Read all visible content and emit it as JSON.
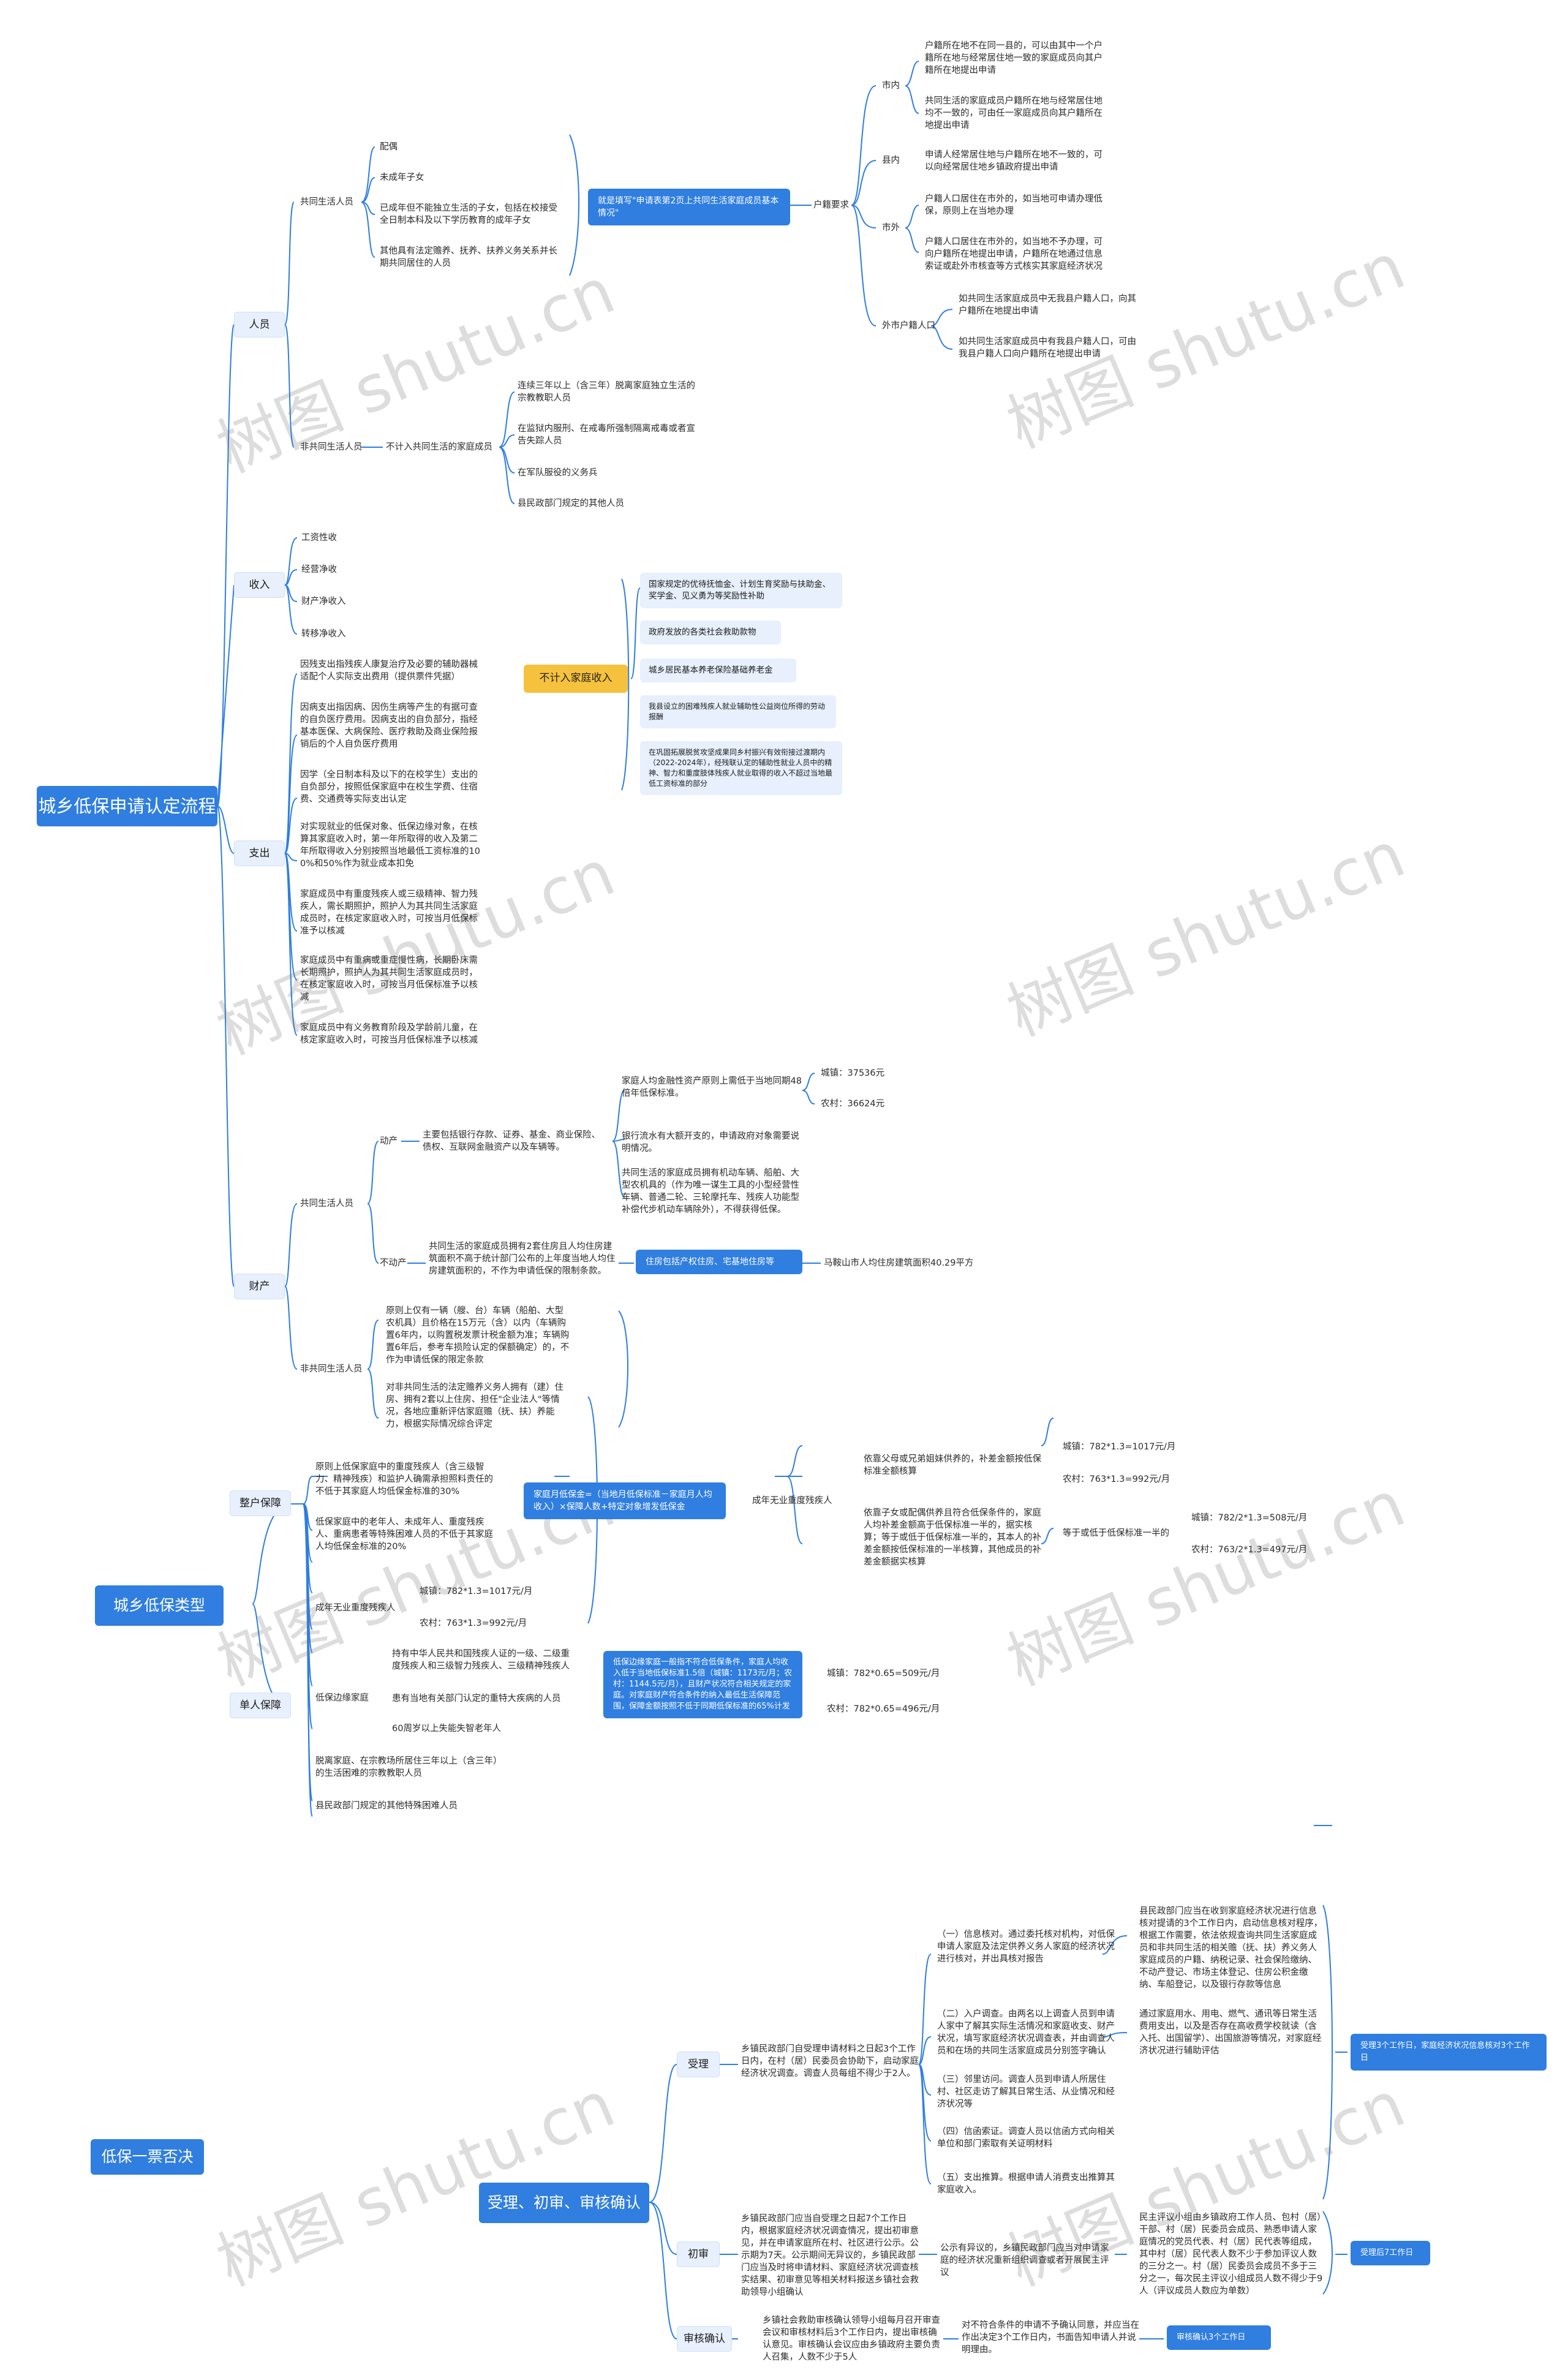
{
  "watermark": "树图 shutu.cn",
  "colors": {
    "accent": "#2f7ee0",
    "line": "#2f7ee0",
    "light": "#e7f0fc",
    "highlight": "#f6c23e"
  },
  "roots": {
    "process": "城乡低保申请认定流程",
    "types": "城乡低保类型",
    "veto": "低保一票否决",
    "review": "受理、初审、审核确认"
  },
  "people": {
    "label": "人员",
    "co_living": "共同生活人员",
    "co_items": [
      "配偶",
      "未成年子女",
      "已成年但不能独立生活的子女，包括在校接受全日制本科及以下学历教育的成年子女",
      "其他具有法定赡养、抚养、扶养义务关系并长期共同居住的人员"
    ],
    "household_note": "就是填写\"申请表第2页上共同生活家庭成员基本情况\"",
    "household_req": "户籍要求",
    "city": "市内",
    "city_items": [
      "户籍所在地不在同一县的，可以由其中一个户籍所在地与经常居住地一致的家庭成员向其户籍所在地提出申请",
      "共同生活的家庭成员户籍所在地与经常居住地均不一致的，可由任一家庭成员向其户籍所在地提出申请"
    ],
    "county": "县内",
    "county_item": "申请人经常居住地与户籍所在地不一致的，可以向经常居住地乡镇政府提出申请",
    "city2": "市外",
    "city2_items": [
      "户籍人口居住在市外的，如当地可申请办理低保，原则上在当地办理",
      "户籍人口居住在市外的，如当地不予办理，可向户籍所在地提出申请，户籍所在地通过信息索证或赴外市核查等方式核实其家庭经济状况"
    ],
    "outside": "外市户籍人口",
    "outside_items": [
      "如共同生活家庭成员中无我县户籍人口，向其户籍所在地提出申请",
      "如共同生活家庭成员中有我县户籍人口，可由我县户籍人口向户籍所在地提出申请"
    ],
    "non_co": "非共同生活人员",
    "non_co_note": "不计入共同生活的家庭成员",
    "non_co_items": [
      "连续三年以上（含三年）脱离家庭独立生活的宗教教职人员",
      "在监狱内服刑、在戒毒所强制隔离戒毒或者宣告失踪人员",
      "在军队服役的义务兵",
      "县民政部门规定的其他人员"
    ]
  },
  "income": {
    "label": "收入",
    "items": [
      "工资性收",
      "经营净收",
      "财产净收入",
      "转移净收入"
    ],
    "exclude_label": "不计入家庭收入",
    "exclude_items": [
      "国家规定的优待抚恤金、计划生育奖励与扶助金、奖学金、见义勇为等奖励性补助",
      "政府发放的各类社会救助款物",
      "城乡居民基本养老保险基础养老金",
      "我县设立的困难残疾人就业辅助性公益岗位所得的劳动报酬",
      "在巩固拓展脱贫攻坚成果同乡村振兴有效衔接过渡期内（2022-2024年），经残联认定的辅助性就业人员中的精神、智力和重度肢体残疾人就业取得的收入不超过当地最低工资标准的部分"
    ]
  },
  "expense": {
    "label": "支出",
    "items": [
      "因残支出指残疾人康复治疗及必要的辅助器械适配个人实际支出费用（提供票件凭据）",
      "因病支出指因病、因伤生病等产生的有据可查的自负医疗费用。因病支出的自负部分，指经基本医保、大病保险、医疗救助及商业保险报销后的个人自负医疗费用",
      "因学（全日制本科及以下的在校学生）支出的自负部分，按照低保家庭中在校生学费、住宿费、交通费等实际支出认定",
      "对实现就业的低保对象、低保边缘对象，在核算其家庭收入时，第一年所取得的收入及第二年所取得收入分别按照当地最低工资标准的100%和50%作为就业成本扣免",
      "家庭成员中有重度残疾人或三级精神、智力残疾人，需长期照护，照护人为其共同生活家庭成员时，在核定家庭收入时，可按当月低保标准予以核减",
      "家庭成员中有重病或重症慢性病，长期卧床需长期照护，照护人为其共同生活家庭成员时，在核定家庭收入时，可按当月低保标准予以核减",
      "家庭成员中有义务教育阶段及学龄前儿童，在核定家庭收入时，可按当月低保标准予以核减"
    ]
  },
  "assets": {
    "label": "财产",
    "co_living": "共同生活人员",
    "movable": "动产",
    "movable_note": "主要包括银行存款、证券、基金、商业保险、债权、互联网金融资产以及车辆等。",
    "movable_items": [
      "家庭人均金融性资产原则上需低于当地同期48倍年低保标准。",
      "银行流水有大额开支的，申请政府对象需要说明情况。",
      "共同生活的家庭成员拥有机动车辆、船舶、大型农机具的（作为唯一谋生工具的小型经营性车辆、普通二轮、三轮摩托车、残疾人功能型补偿代步机动车辆除外），不得获得低保。"
    ],
    "urban_val": "城镇：37536元",
    "rural_val": "农村：36624元",
    "immovable": "不动产",
    "immovable_note": "共同生活的家庭成员拥有2套住房且人均住房建筑面积不高于统计部门公布的上年度当地人均住房建筑面积的，不作为申请低保的限制条款。",
    "housing": "住房包括产权住房、宅基地住房等",
    "housing_val": "马鞍山市人均住房建筑面积40.29平方",
    "non_co": "非共同生活人员",
    "non_co_items": [
      "原则上仅有一辆（艘、台）车辆（船舶、大型农机具）且价格在15万元（含）以内（车辆购置6年内，以购置税发票计税金额为准；车辆购置6年后，参考车损险认定的保额确定）的，不作为申请低保的限定条款",
      "对非共同生活的法定赡养义务人拥有（建）住房、拥有2套以上住房、担任\"企业法人\"等情况，各地应重新评估家庭赡（抚、扶）养能力，根据实际情况综合评定"
    ]
  },
  "types": {
    "full": "整户保障",
    "full_items": [
      "原则上低保家庭中的重度残疾人（含三级智力、精神残疾）和监护人确需承担照料责任的不低于其家庭人均低保金标准的30%",
      "低保家庭中的老年人、未成年人、重度残疾人、重病患者等特殊困难人员的不低于其家庭人均低保金标准的20%"
    ],
    "family_formula": "家庭月低保金=（当地月低保标准－家庭月人均收入）×保障人数+特定对象增发低保金",
    "adult_disabled": "成年无业重度残疾人",
    "dependents": "依靠父母或兄弟姐妹供养的，补差金额按低保标准全额核算",
    "supported": "依靠子女或配偶供养且符合低保条件的，家庭人均补差金额高于低保标准一半的，据实核算；等于或低于低保标准一半的，其本人的补差金额按低保标准的一半核算，其他成员的补差金额据实核算",
    "half_std": "等于或低于低保标准一半的",
    "urban_a": "城镇：782*1.3=1017元/月",
    "rural_a": "农村：763*1.3=992元/月",
    "urban_b": "城镇：782/2*1.3=508元/月",
    "rural_b": "农村：763/2*1.3=497元/月",
    "single": "单人保障",
    "adult_disabled2": "成年无业重度残疾人",
    "urban_c": "城镇：782*1.3=1017元/月",
    "rural_c": "农村：763*1.3=992元/月",
    "edge": "低保边缘家庭",
    "edge_items": [
      "持有中华人民共和国残疾人证的一级、二级重度残疾人和三级智力残疾人、三级精神残疾人",
      "患有当地有关部门认定的重特大疾病的人员",
      "60周岁以上失能失智老年人"
    ],
    "edge_note": "低保边缘家庭一般指不符合低保条件，家庭人均收入低于当地低保标准1.5倍（城镇：1173元/月；农村：1144.5元/月），且财产状况符合相关规定的家庭。对家庭财产符合条件的纳入最低生活保障范围，保障金额按照不低于同期低保标准的65%计发",
    "urban_d": "城镇：782*0.65=509元/月",
    "rural_d": "农村：782*0.65=496元/月",
    "monk": "脱离家庭、在宗教场所居住三年以上（含三年）的生活困难的宗教教职人员",
    "other": "县民政部门规定的其他特殊困难人员"
  },
  "review": {
    "accept": "受理",
    "accept_note": "乡镇民政部门自受理申请材料之日起3个工作日内，在村（居）民委员会协助下，启动家庭经济状况调查。调查人员每组不得少于2人。",
    "accept_items": [
      "（一）信息核对。通过委托核对机构，对低保申请人家庭及法定供养义务人家庭的经济状况进行核对，并出具核对报告",
      "（二）入户调查。由两名以上调查人员到申请人家中了解其实际生活情况和家庭收支、财产状况，填写家庭经济状况调查表，并由调查人员和在场的共同生活家庭成员分别签字确认",
      "（三）邻里访问。调查人员到申请人所居住村、社区走访了解其日常生活、从业情况和经济状况等",
      "（四）信函索证。调查人员以信函方式向相关单位和部门索取有关证明材料",
      "（五）支出推算。根据申请人消费支出推算其家庭收入。"
    ],
    "check_note": "县民政部门应当在收到家庭经济状况进行信息核对提请的3个工作日内，启动信息核对程序，根据工作需要，依法依规查询共同生活家庭成员和非共同生活的相关赡（抚、扶）养义务人家庭成员的户籍、纳税记录、社会保险缴纳、不动产登记、市场主体登记、住房公积金缴纳、车船登记，以及银行存款等信息",
    "spend_note": "通过家庭用水、用电、燃气、通讯等日常生活费用支出，以及是否存在高收费学校就读（含入托、出国留学）、出国旅游等情况，对家庭经济状况进行辅助评估",
    "accept_time": "受理3个工作日，家庭经济状况信息核对3个工作日",
    "initial": "初审",
    "initial_note": "乡镇民政部门应当自受理之日起7个工作日内，根据家庭经济状况调查情况，提出初审意见，并在申请家庭所在村、社区进行公示。公示期为7天。公示期间无异议的，乡镇民政部门应当及时将申请材料、家庭经济状况调查核实结果、初审意见等相关材料报送乡镇社会救助领导小组确认",
    "publicity": "公示有异议的，乡镇民政部门应当对申请家庭的经济状况重新组织调查或者开展民主评议",
    "democracy": "民主评议小组由乡镇政府工作人员、包村（居）干部、村（居）民委员会成员、熟悉申请人家庭情况的党员代表、村（居）民代表等组成，其中村（居）民代表人数不少于参加评议人数的三分之一。村（居）民委员会成员不多于三分之一，每次民主评议小组成员人数不得少于9人（评议成员人数应为单数）",
    "initial_time": "受理后7工作日",
    "confirm": "审核确认",
    "confirm_note": "乡镇社会救助审核确认领导小组每月召开审查会议和审核材料后3个工作日内，提出审核确认意见。审核确认会议应由乡镇政府主要负责人召集，人数不少于5人",
    "reject_note": "对不符合条件的申请不予确认同意，并应当在作出决定3个工作日内，书面告知申请人并说明理由。",
    "confirm_time": "审核确认3个工作日"
  }
}
